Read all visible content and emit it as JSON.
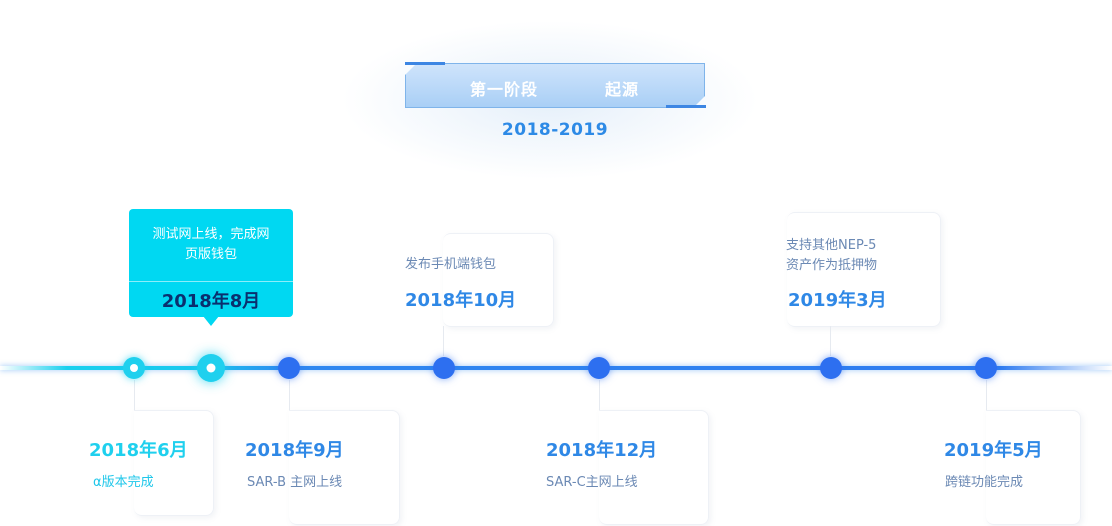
{
  "header": {
    "phase": "第一阶段",
    "phase_name": "起源",
    "years": "2018-2019"
  },
  "milestones": [
    {
      "date": "2018年6月",
      "desc": "α版本完成"
    },
    {
      "date": "2018年8月",
      "desc": "测试网上线，完成网页版钱包"
    },
    {
      "date": "2018年9月",
      "desc": "SAR-B 主网上线"
    },
    {
      "date": "2018年10月",
      "desc": "发布手机端钱包"
    },
    {
      "date": "2018年12月",
      "desc": "SAR-C主网上线"
    },
    {
      "date": "2019年3月",
      "desc_line1": "支持其他NEP-5",
      "desc_line2": "资产作为抵押物"
    },
    {
      "date": "2019年5月",
      "desc": "跨链功能完成"
    }
  ],
  "colors": {
    "cyan": "#1fd0ee",
    "blue": "#2f88e6",
    "node_blue": "#2d6ff0",
    "text_muted": "#6b89b4"
  }
}
